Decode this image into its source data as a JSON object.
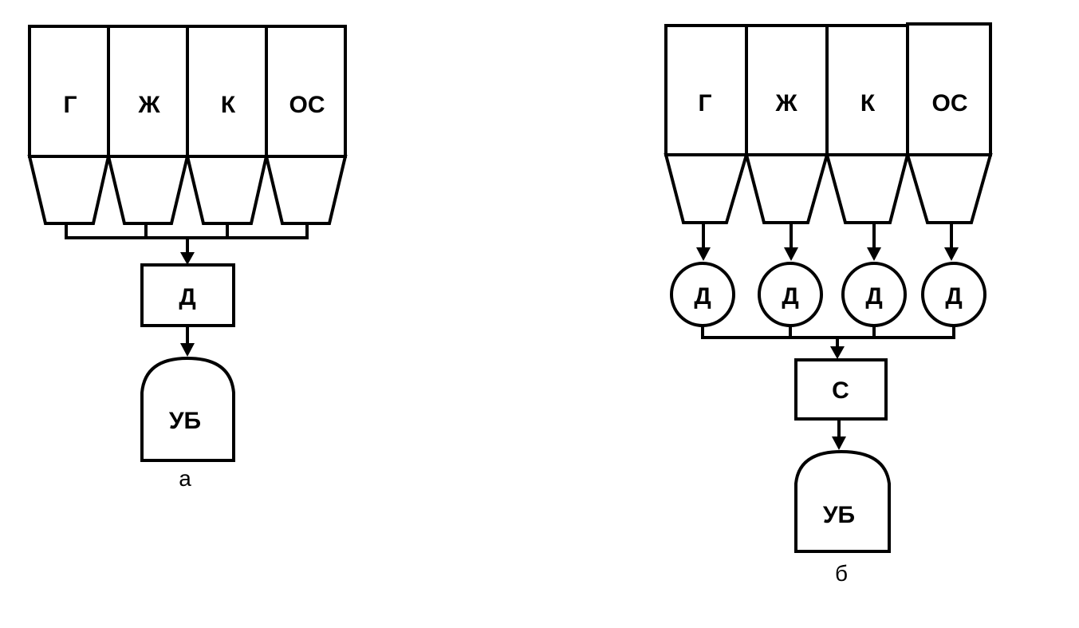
{
  "diagram_a": {
    "bins": [
      "Г",
      "Ж",
      "К",
      "ОС"
    ],
    "dispenser": "Д",
    "unit": "УБ",
    "caption": "а"
  },
  "diagram_b": {
    "bins": [
      "Г",
      "Ж",
      "К",
      "ОС"
    ],
    "dispensers": [
      "Д",
      "Д",
      "Д",
      "Д"
    ],
    "mixer": "С",
    "unit": "УБ",
    "caption": "б"
  }
}
